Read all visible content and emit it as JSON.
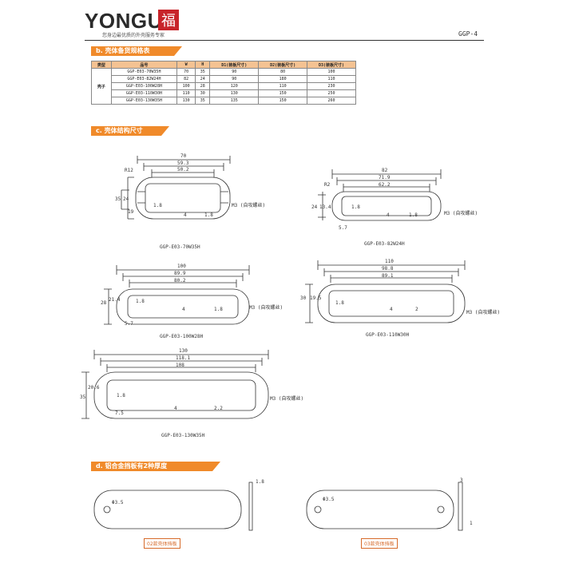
{
  "header": {
    "brand": "YONGU",
    "logo_glyph": "福",
    "tagline": "您身边最优质的外壳服务专家",
    "page_code": "GGP-4"
  },
  "section_b": {
    "title": "b. 壳体备货规格表",
    "table": {
      "headers": [
        "类型",
        "品号",
        "W",
        "H",
        "D1(装板尺寸)",
        "D2(装板尺寸)",
        "D3(装板尺寸)"
      ],
      "type_label": "壳子",
      "rows": [
        [
          "GGP-E03-70W35H",
          "70",
          "35",
          "90",
          "80",
          "100"
        ],
        [
          "GGP-E03-82W24H",
          "82",
          "24",
          "90",
          "180",
          "110"
        ],
        [
          "GGP-E03-100W28H",
          "100",
          "28",
          "120",
          "110",
          "230"
        ],
        [
          "GGP-E03-110W30H",
          "110",
          "30",
          "130",
          "150",
          "250"
        ],
        [
          "GGP-E03-130W35H",
          "130",
          "35",
          "135",
          "150",
          "260"
        ]
      ]
    }
  },
  "section_c": {
    "title": "c. 壳体结构尺寸",
    "profiles": [
      {
        "name": "GGP-E03-70W35H",
        "width": "70",
        "inner1": "59.3",
        "inner2": "50.2",
        "height": "35",
        "h2": "24",
        "t1": "1.8",
        "t2": "4",
        "t3": "1.8",
        "m_label": "M3 (自攻螺丝)",
        "side": "R12",
        "extra": "19"
      },
      {
        "name": "GGP-E03-82W24H",
        "width": "82",
        "inner1": "71.9",
        "inner2": "62.2",
        "height": "24",
        "h2": "13.4",
        "t1": "1.8",
        "t2": "4",
        "t3": "1.8",
        "m_label": "M3 (自攻螺丝)",
        "side": "R2",
        "extra": "5.7"
      },
      {
        "name": "GGP-E03-100W28H",
        "width": "100",
        "inner1": "89.9",
        "inner2": "80.2",
        "height": "28",
        "h2": "21.4",
        "t1": "1.8",
        "t2": "4",
        "t3": "1.8",
        "m_label": "M3 (自攻螺丝)",
        "side": "",
        "extra": "5.7"
      },
      {
        "name": "GGP-E03-110W30H",
        "width": "110",
        "inner1": "98.8",
        "inner2": "89.1",
        "height": "30",
        "h2": "19.5",
        "t1": "4",
        "t2": "2",
        "t3": "1.8",
        "m_label": "M3 (自攻螺丝)",
        "side": "",
        "extra": ""
      },
      {
        "name": "GGP-E03-130W35H",
        "width": "130",
        "inner1": "118.1",
        "inner2": "108",
        "height": "35",
        "h2": "20.6",
        "t1": "1.8",
        "t2": "4",
        "t3": "2.2",
        "m_label": "M3 (自攻螺丝)",
        "side": "",
        "extra": "7.5"
      }
    ]
  },
  "section_d": {
    "title": "d. 铝合金挡板有2种厚度",
    "plates": [
      {
        "caption": "02款壳体挡板",
        "hole": "Φ3.5",
        "thickness": "1.8"
      },
      {
        "caption": "03款壳体挡板",
        "hole": "Φ3.5",
        "thickness": "3",
        "extra": "1"
      }
    ]
  }
}
